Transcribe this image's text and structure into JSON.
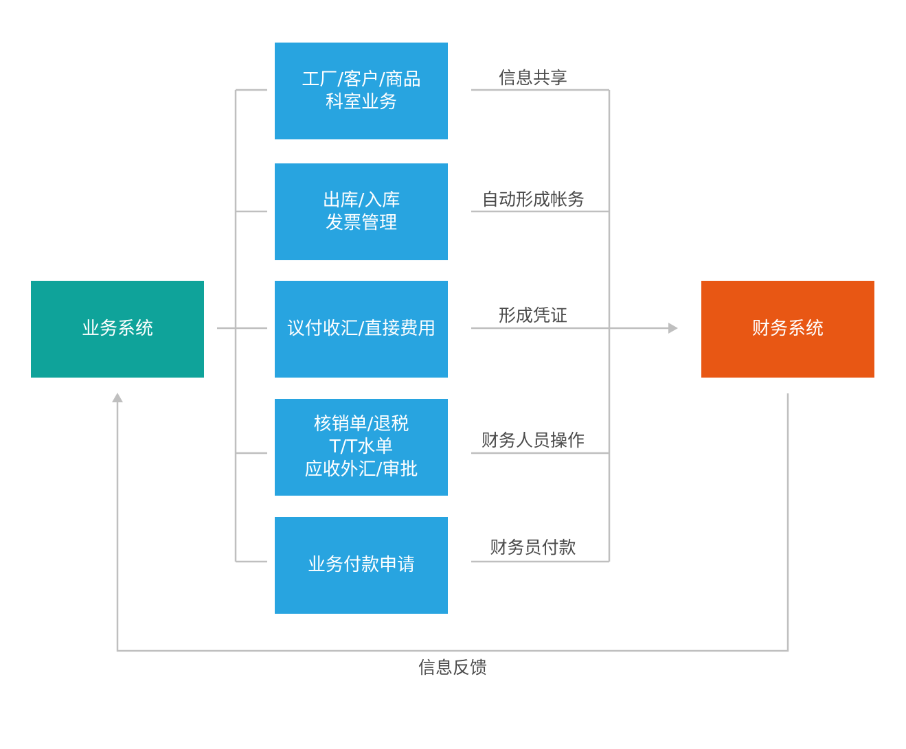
{
  "colors": {
    "business_system": "#0fa39a",
    "finance_system": "#e85714",
    "process_step": "#28a4e0",
    "connector": "#bfbfbf",
    "label_text": "#4a4a4a"
  },
  "nodes": {
    "business_system": "业务系统",
    "finance_system": "财务系统",
    "steps": [
      {
        "lines": [
          "工厂/客户/商品",
          "科室业务"
        ]
      },
      {
        "lines": [
          "出库/入库",
          "发票管理"
        ]
      },
      {
        "lines": [
          "议付收汇/直接费用"
        ]
      },
      {
        "lines": [
          "核销单/退税",
          "T/T水单",
          "应收外汇/审批"
        ]
      },
      {
        "lines": [
          "业务付款申请"
        ]
      }
    ]
  },
  "edge_labels": {
    "step_outputs": [
      "信息共享",
      "自动形成帐务",
      "形成凭证",
      "财务人员操作",
      "财务员付款"
    ],
    "feedback": "信息反馈"
  }
}
